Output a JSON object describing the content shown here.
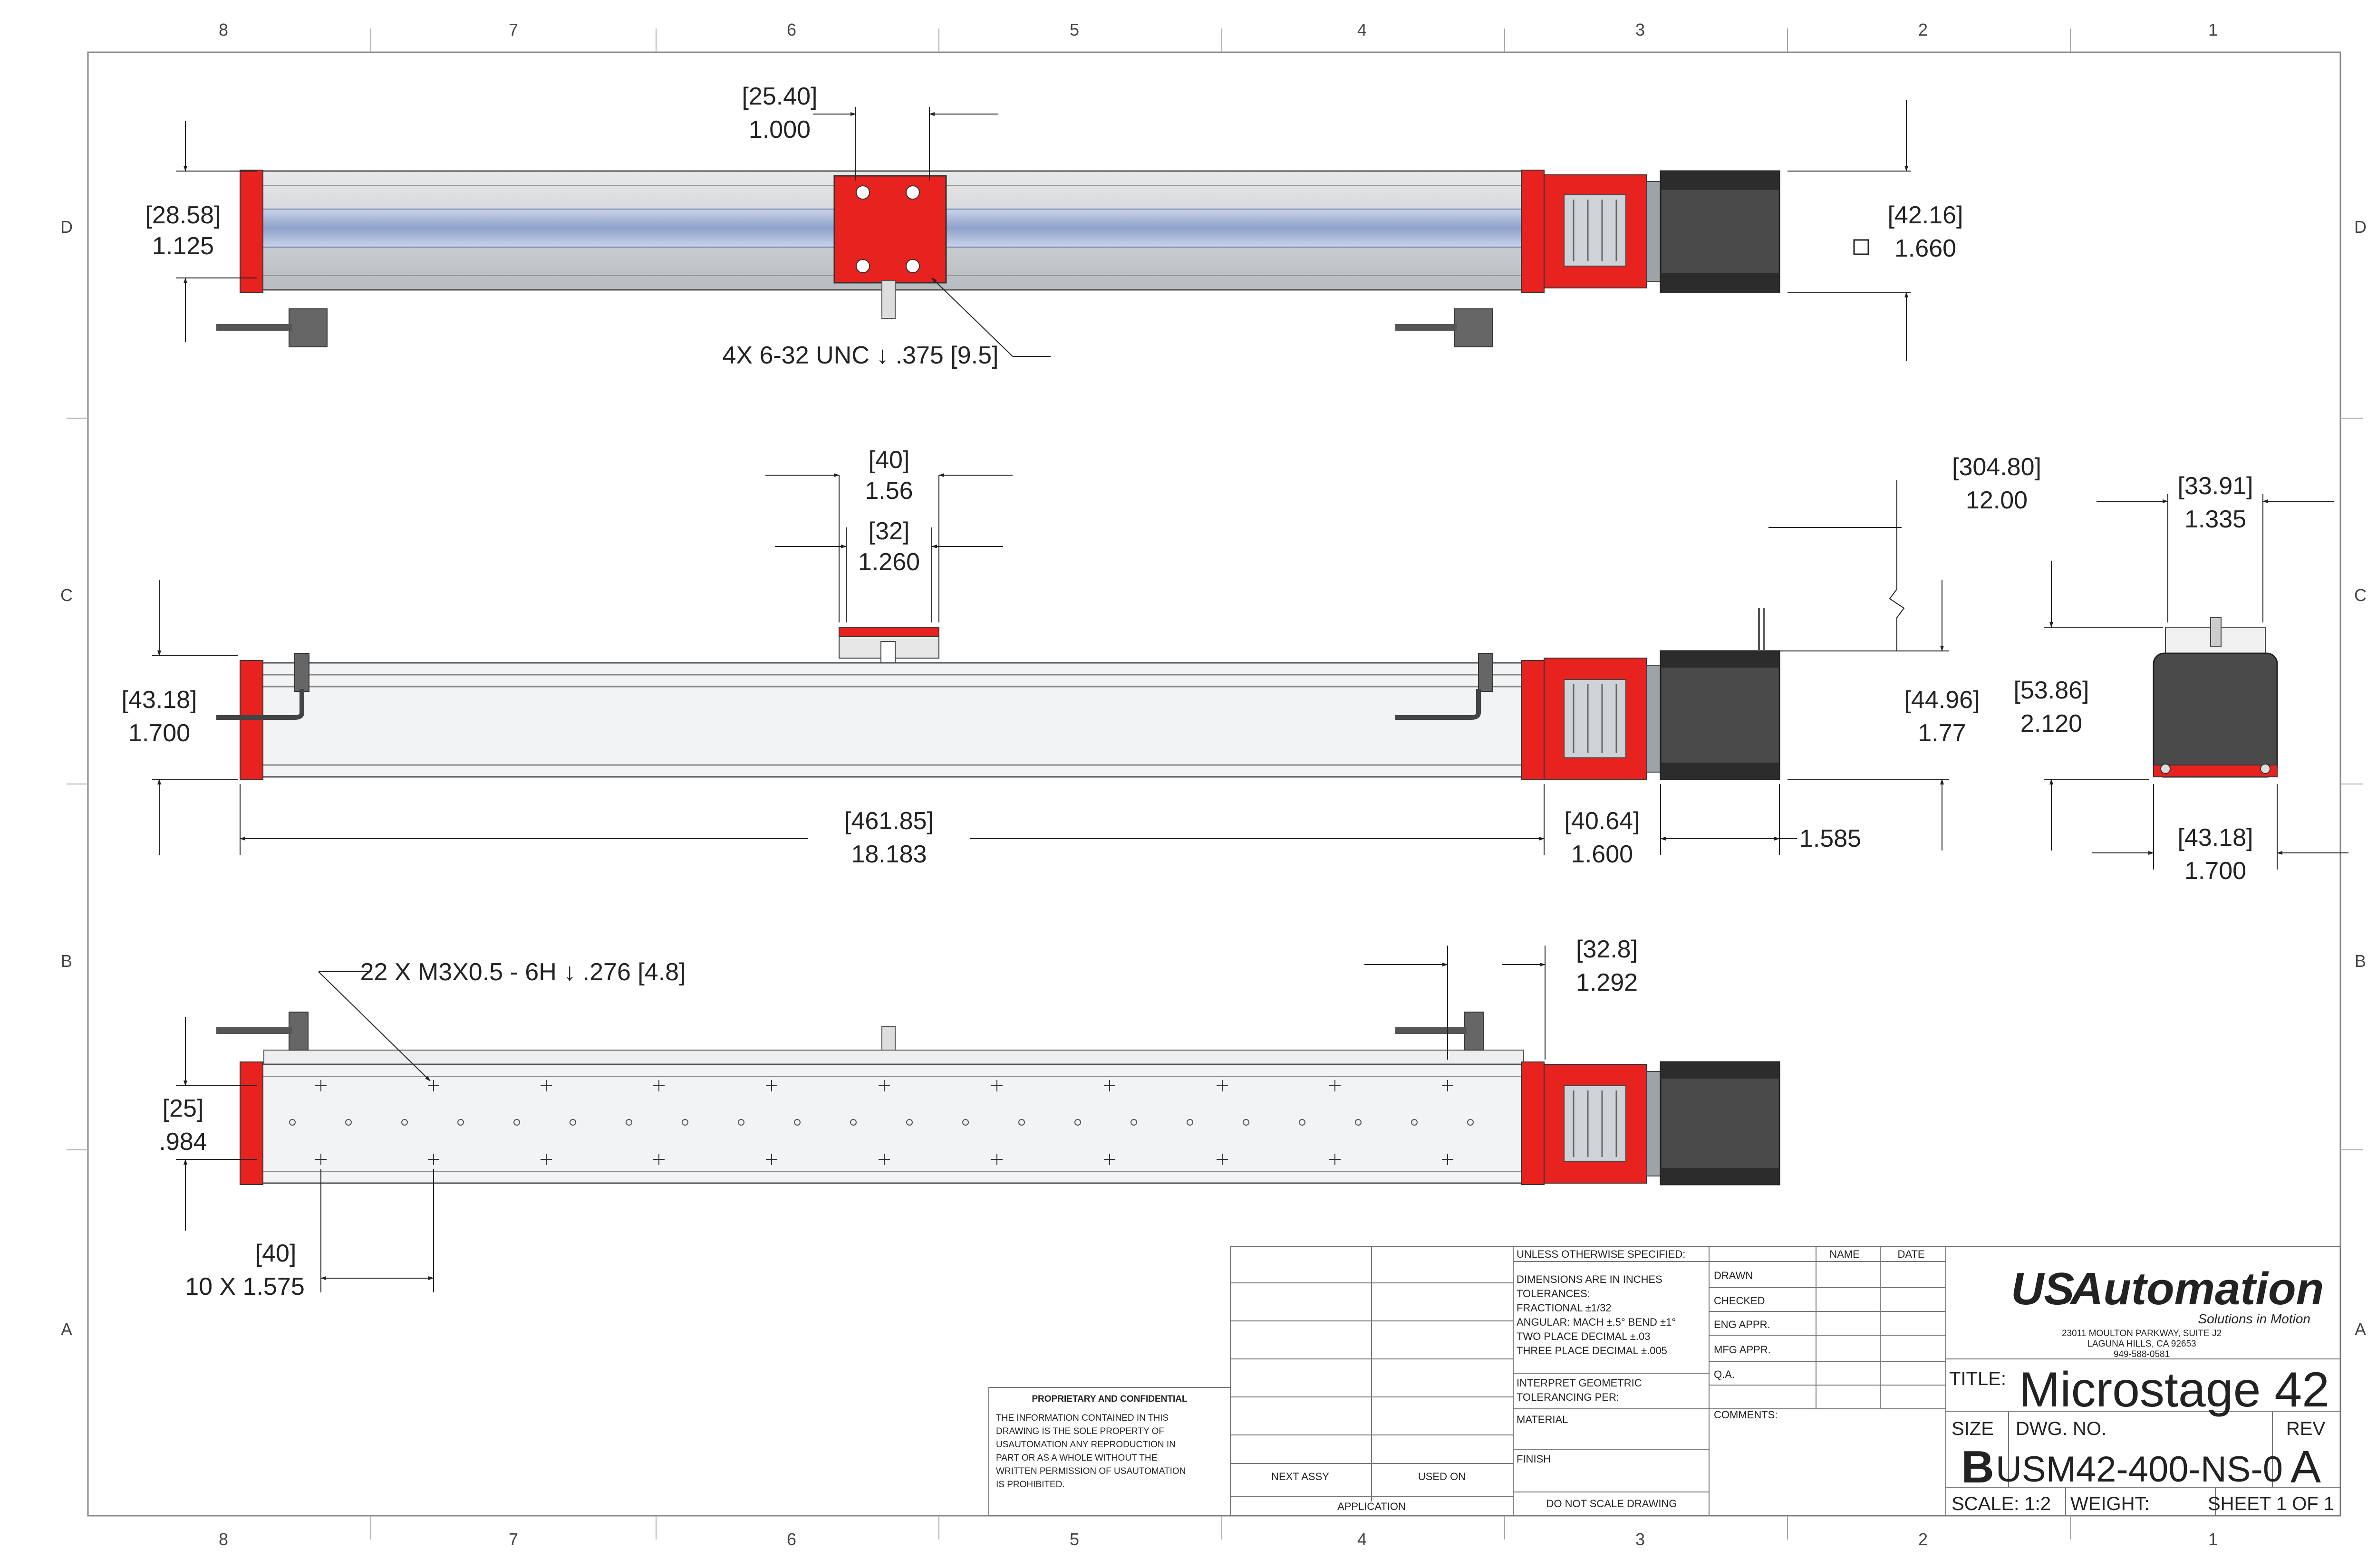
{
  "zones": {
    "columns": [
      "8",
      "7",
      "6",
      "5",
      "4",
      "3",
      "2",
      "1"
    ],
    "rows": [
      "D",
      "C",
      "B",
      "A"
    ]
  },
  "top_view": {
    "dim_mount_mm": "[25.40]",
    "dim_mount_in": "1.000",
    "dim_height_mm": "[28.58]",
    "dim_height_in": "1.125",
    "dim_motor_mm": "[42.16]",
    "dim_motor_in": "1.660",
    "hole_callout": "4X 6-32 UNC ↓ .375 [9.5]"
  },
  "side_view": {
    "dim_carriage_mm": "[40]",
    "dim_carriage_in": "1.56",
    "dim_inner_mm": "[32]",
    "dim_inner_in": "1.260",
    "dim_height_mm": "[43.18]",
    "dim_height_in": "1.700",
    "dim_length_mm": "[461.85]",
    "dim_length_in": "18.183",
    "dim_coupler_mm": "[40.64]",
    "dim_coupler_in": "1.600",
    "dim_motor_len": "1.585",
    "dim_cable_mm": "[304.80]",
    "dim_cable_in": "12.00",
    "dim_motor_h_mm": "[44.96]",
    "dim_motor_h_in": "1.77"
  },
  "end_view": {
    "dim_top_mm": "[33.91]",
    "dim_top_in": "1.335",
    "dim_height_mm": "[53.86]",
    "dim_height_in": "2.120",
    "dim_width_mm": "[43.18]",
    "dim_width_in": "1.700"
  },
  "bottom_view": {
    "hole_callout": "22 X M3X0.5  - 6H ↓ .276  [4.8]",
    "dim_end_mm": "[32.8]",
    "dim_end_in": "1.292",
    "dim_row_mm": "[25]",
    "dim_row_in": ".984",
    "dim_pitch_mm": "[40]",
    "dim_pitch_in": "10 X 1.575"
  },
  "title_block": {
    "unless": "UNLESS OTHERWISE SPECIFIED:",
    "name_hdr": "NAME",
    "date_hdr": "DATE",
    "tol_lines": [
      "DIMENSIONS ARE IN INCHES",
      "TOLERANCES:",
      "FRACTIONAL ±1/32",
      "ANGULAR: MACH ±.5° BEND ±1°",
      "TWO PLACE DECIMAL    ±.03",
      "THREE PLACE DECIMAL   ±.005"
    ],
    "interpret": [
      "INTERPRET GEOMETRIC",
      "TOLERANCING PER:"
    ],
    "material": "MATERIAL",
    "finish": "FINISH",
    "do_not_scale": "DO NOT SCALE DRAWING",
    "drawn": "DRAWN",
    "checked": "CHECKED",
    "eng_appr": "ENG APPR.",
    "mfg_appr": "MFG APPR.",
    "qa": "Q.A.",
    "comments": "COMMENTS:",
    "next_assy": "NEXT ASSY",
    "used_on": "USED ON",
    "application": "APPLICATION",
    "proprietary_title": "PROPRIETARY AND CONFIDENTIAL",
    "proprietary_lines": [
      "THE INFORMATION CONTAINED IN THIS",
      "DRAWING IS THE SOLE PROPERTY OF",
      "USAUTOMATION ANY REPRODUCTION IN",
      "PART OR AS A WHOLE WITHOUT THE",
      "WRITTEN PERMISSION OF USAUTOMATION",
      "IS PROHIBITED."
    ],
    "logo_us": "US",
    "logo_rest": "Automation",
    "logo_tagline": "Solutions in Motion",
    "address_lines": [
      "23011 MOULTON PARKWAY, SUITE J2",
      "LAGUNA HILLS, CA 92653",
      "949-588-0581"
    ],
    "title_label": "TITLE:",
    "title": "Microstage 42",
    "size_label": "SIZE",
    "size": "B",
    "dwg_label": "DWG.  NO.",
    "dwg_no": "USM42-400-NS-0",
    "rev_label": "REV",
    "rev": "A",
    "scale": "SCALE: 1:2",
    "weight": "WEIGHT:",
    "sheet": "SHEET 1 OF 1"
  },
  "colors": {
    "end_plate": "#e8231f",
    "rail": "#bfc3c6",
    "motor": "#4a4a4a",
    "logo_red": "#d12a2a",
    "logo_gray": "#6b6b6b"
  }
}
